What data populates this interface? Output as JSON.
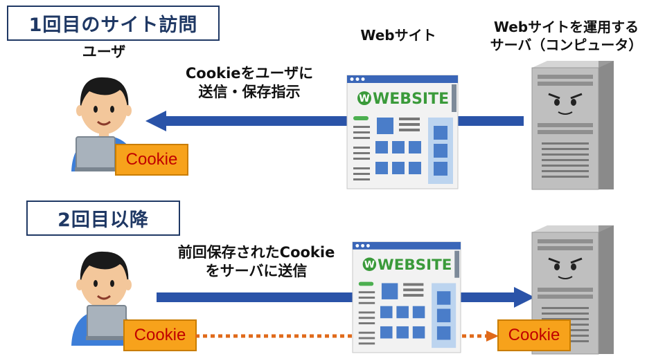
{
  "section1": {
    "title": "1回目のサイト訪問",
    "user_label": "ユーザ",
    "website_label": "Webサイト",
    "server_label": "Webサイトを運用する\nサーバ（コンピュータ）",
    "arrow_label": "Cookieをユーザに\n送信・保存指示",
    "cookie_label": "Cookie"
  },
  "section2": {
    "title": "2回目以降",
    "arrow_label": "前回保存されたCookie\nをサーバに送信",
    "cookie_user_label": "Cookie",
    "cookie_server_label": "Cookie"
  },
  "website_logo": "WEBSITE",
  "colors": {
    "title_border": "#1f3864",
    "arrow_blue": "#2a53a8",
    "cookie_fill": "#f7a21b",
    "cookie_text": "#c00000",
    "dotted_arrow": "#e06a1a"
  }
}
